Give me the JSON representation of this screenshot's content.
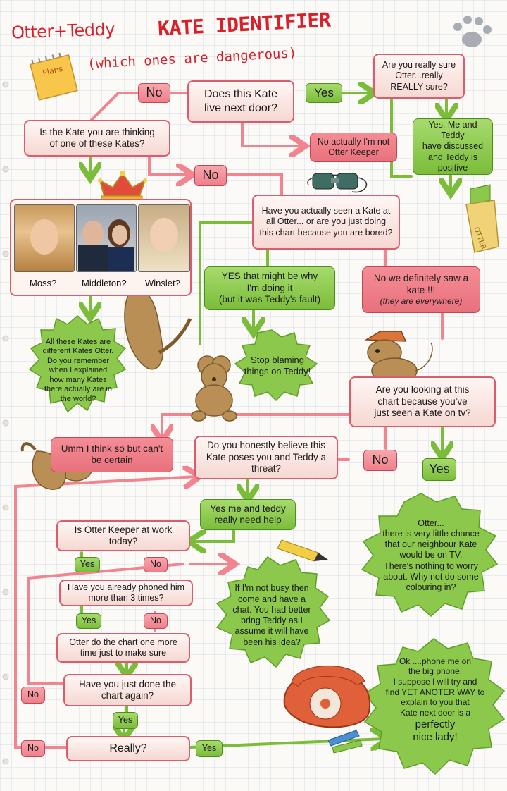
{
  "title": {
    "brand": "Otter+Teddy",
    "main": "KATE IDENTIFIER",
    "subtitle": "(which ones are dangerous)"
  },
  "sticky_note": "Plans",
  "bottle_label": "OTTER",
  "nodes": {
    "start": "Does this Kate\nlive next door?",
    "start_no": "No",
    "start_yes": "Yes",
    "sure_q": "Are you really sure\nOtter...really\nREALLY sure?",
    "sure_yes": "Yes, Me and Teddy\nhave discussed\nand Teddy is\npositive",
    "not_keeper": "No actually I'm not\nOtter Keeper",
    "famous_q": "Is the Kate you are thinking\nof one of these Kates?",
    "famous_no": "No",
    "photo_labels": [
      "Moss?",
      "Middleton?",
      "Winslet?"
    ],
    "different_kates": "All these Kates are\ndifferent Kates Otter.\nDo you remember\nwhen I explained\nhow many Kates\nthere actually are in\nthe world?",
    "seen_q": "Have you actually seen a Kate at\nall Otter... or are you just doing\nthis chart because you are bored?",
    "bored_yes": "YES that might be why\nI'm doing it\n(but it was Teddy's fault)",
    "saw_kate": "No we definitely saw a\nkate !!!",
    "saw_kate_note": "(they are everywhere)",
    "stop_blaming": "Stop blaming\nthings on Teddy!",
    "tv_q": "Are you looking at this\nchart because you've\njust seen a Kate on tv?",
    "tv_no": "No",
    "tv_yes": "Yes",
    "uncertain": "Umm I think so but can't\nbe certain",
    "threat_q": "Do you honestly believe this\nKate poses you and Teddy a\nthreat?",
    "need_help": "Yes me and teddy\nreally need help",
    "tv_answer": "Otter...\nthere is very little chance\nthat our neighbour Kate\nwould be on TV.\nThere's nothing to worry\nabout. Why not do some\ncolouring in?",
    "work_q": "Is Otter Keeper at work\ntoday?",
    "work_yes": "Yes",
    "work_no": "No",
    "chat": "If I'm not busy then\ncome and have a\nchat. You had better\nbring Teddy as I\nassume it will have\nbeen his idea?",
    "phoned_q": "Have you already phoned him\nmore than 3 times?",
    "phoned_yes": "Yes",
    "phoned_no": "No",
    "one_more": "Otter do the chart one more\ntime just to make sure",
    "again_q": "Have you just done the\nchart again?",
    "again_no": "No",
    "again_yes": "Yes",
    "really_q": "Really?",
    "really_no": "No",
    "really_yes": "Yes",
    "phone_me": "Ok ....phone me on\nthe big phone.\nI suppose I will try and\nfind YET ANOTER WAY to\nexplain to you that\nKate next door is a",
    "phone_me_end": "perfectly\nnice lady!"
  }
}
